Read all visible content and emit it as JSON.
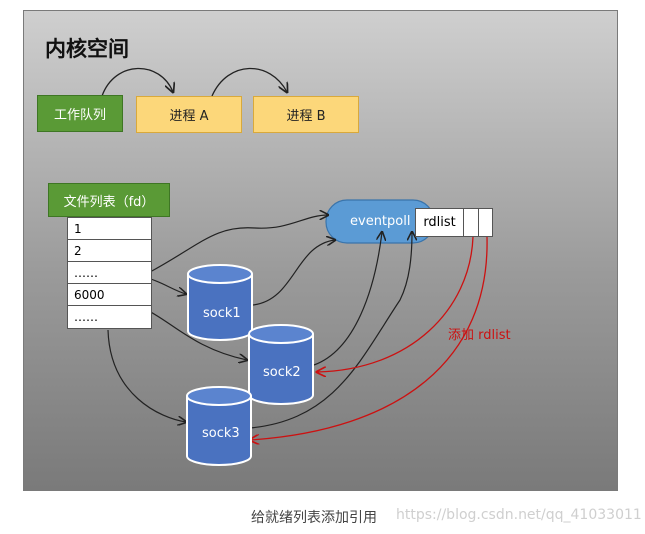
{
  "title": "内核空间",
  "queue_label": "工作队列",
  "process_a": "进程 A",
  "process_b": "进程 B",
  "fd_header": "文件列表（fd）",
  "fd_rows": [
    "1",
    "2",
    "……",
    "6000",
    "……"
  ],
  "eventpoll_label": "eventpoll",
  "rdlist_label": "rdlist",
  "socks": [
    "sock1",
    "sock2",
    "sock3"
  ],
  "add_label": "添加 rdlist",
  "caption": "给就绪列表添加引用",
  "watermark": "https://blog.csdn.net/qq_41033011",
  "colors": {
    "arrow_black": "#222222",
    "arrow_red": "#cc1111",
    "sock_blue": "#4a72c0",
    "eventpoll_blue": "#5b9bd5",
    "queue_green": "#5a9a36",
    "process_yellow": "#fcd77a"
  }
}
